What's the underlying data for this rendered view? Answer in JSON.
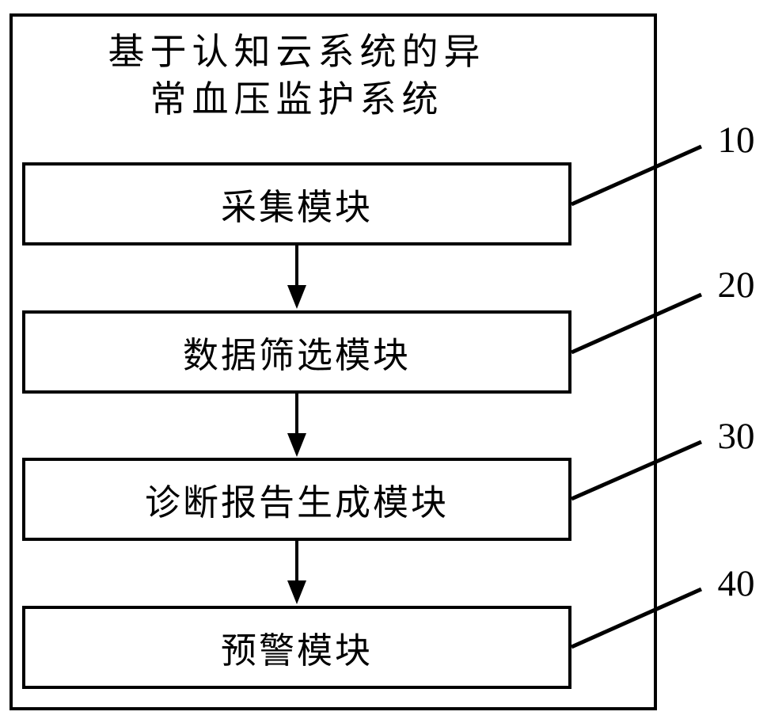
{
  "page": {
    "background_color": "#ffffff",
    "line_color": "#000000"
  },
  "diagram": {
    "title": {
      "line1": "基于认知云系统的异",
      "line2": "常血压监护系统"
    },
    "modules": [
      {
        "label": "采集模块",
        "ref": "10"
      },
      {
        "label": "数据筛选模块",
        "ref": "20"
      },
      {
        "label": "诊断报告生成模块",
        "ref": "30"
      },
      {
        "label": "预警模块",
        "ref": "40"
      }
    ]
  }
}
